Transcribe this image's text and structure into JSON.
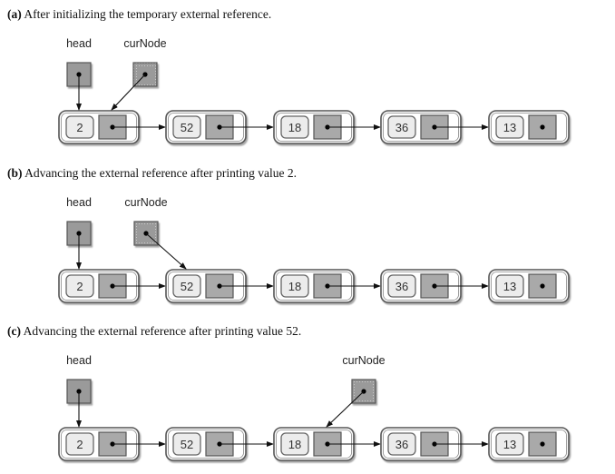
{
  "panels": [
    {
      "id": "a",
      "label": "(a)",
      "caption": "After initializing the temporary external reference.",
      "head_label": "head",
      "cur_label": "curNode",
      "head_points_to_index": 0,
      "cur_points_to_index": 0
    },
    {
      "id": "b",
      "label": "(b)",
      "caption": "Advancing the external reference after printing value 2.",
      "head_label": "head",
      "cur_label": "curNode",
      "head_points_to_index": 0,
      "cur_points_to_index": 1
    },
    {
      "id": "c",
      "label": "(c)",
      "caption": "Advancing the external reference after printing value 52.",
      "head_label": "head",
      "cur_label": "curNode",
      "head_points_to_index": 0,
      "cur_points_to_index": 2
    }
  ],
  "list_values": [
    "2",
    "52",
    "18",
    "36",
    "13"
  ],
  "colors": {
    "node_outer_fill": "#ffffff",
    "node_outline": "#555555",
    "value_cell_fill": "#ececec",
    "link_cell_fill": "#a9a9a9",
    "ref_box_fill": "#9a9a9a",
    "arrow": "#111111"
  }
}
